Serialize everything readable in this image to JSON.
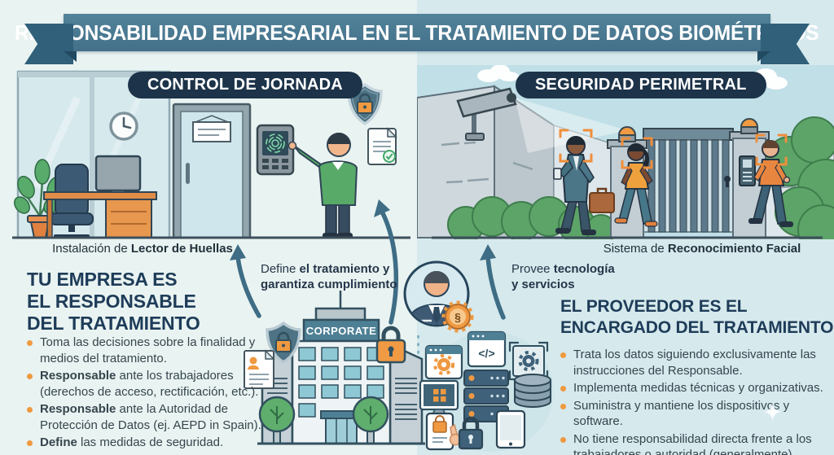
{
  "banner": {
    "title": "RESPONSABILIDAD EMPRESARIAL EN EL TRATAMIENTO DE DATOS BIOMÉTRICOS"
  },
  "panels": {
    "control": {
      "header": "CONTROL DE JORNADA",
      "caption_prefix": "Instalación de ",
      "caption_bold": "Lector de Huellas"
    },
    "seguridad": {
      "header": "SEGURIDAD PERIMETRAL",
      "caption_prefix": "Sistema de ",
      "caption_bold": "Reconocimiento Facial"
    }
  },
  "flow": {
    "define_prefix": "Define ",
    "define_bold": "el tratamiento y garantiza cumplimiento",
    "provee_prefix": "Provee ",
    "provee_bold": "tecnología y servicios",
    "building_sign": "CORPORATE"
  },
  "responsable": {
    "title_line1": "TU EMPRESA ES",
    "title_line2": "EL RESPONSABLE",
    "title_line3": "DEL TRATAMIENTO",
    "bullets": [
      {
        "bold": "",
        "rest": "Toma las decisiones sobre la finalidad y medios del tratamiento."
      },
      {
        "bold": "Responsable",
        "rest": " ante los trabajadores (derechos de acceso, rectificación, etc.)."
      },
      {
        "bold": "Responsable",
        "rest": " ante la Autoridad de Protección de Datos (ej. AEPD in Spain)."
      },
      {
        "bold": "Define",
        "rest": " las medidas de seguridad."
      }
    ]
  },
  "encargado": {
    "title_line1": "EL PROVEEDOR ES EL",
    "title_line2": "ENCARGADO DEL TRATAMIENTO",
    "bullets": [
      {
        "bold": "",
        "rest": "Trata los datos siguiendo exclusivamente las instrucciones del Responsable."
      },
      {
        "bold": "",
        "rest": "Implementa medidas técnicas y organizativas."
      },
      {
        "bold": "",
        "rest": "Suministra y mantiene los dispositivos y software."
      },
      {
        "bold": "",
        "rest": "No tiene responsabilidad directa frente a los trabajadores o autoridad (generalmente)."
      }
    ]
  },
  "glyphs": {
    "code_window": "</>",
    "legal_seal": "§",
    "sparkle": "✦"
  },
  "colors": {
    "accent_orange": "#ef9940",
    "navy": "#1e3c59",
    "ribbon_teal": "#4b7a8e",
    "arrow_teal": "#3e6d85",
    "badge_navy": "#1c3349",
    "green": "#58aa68"
  }
}
